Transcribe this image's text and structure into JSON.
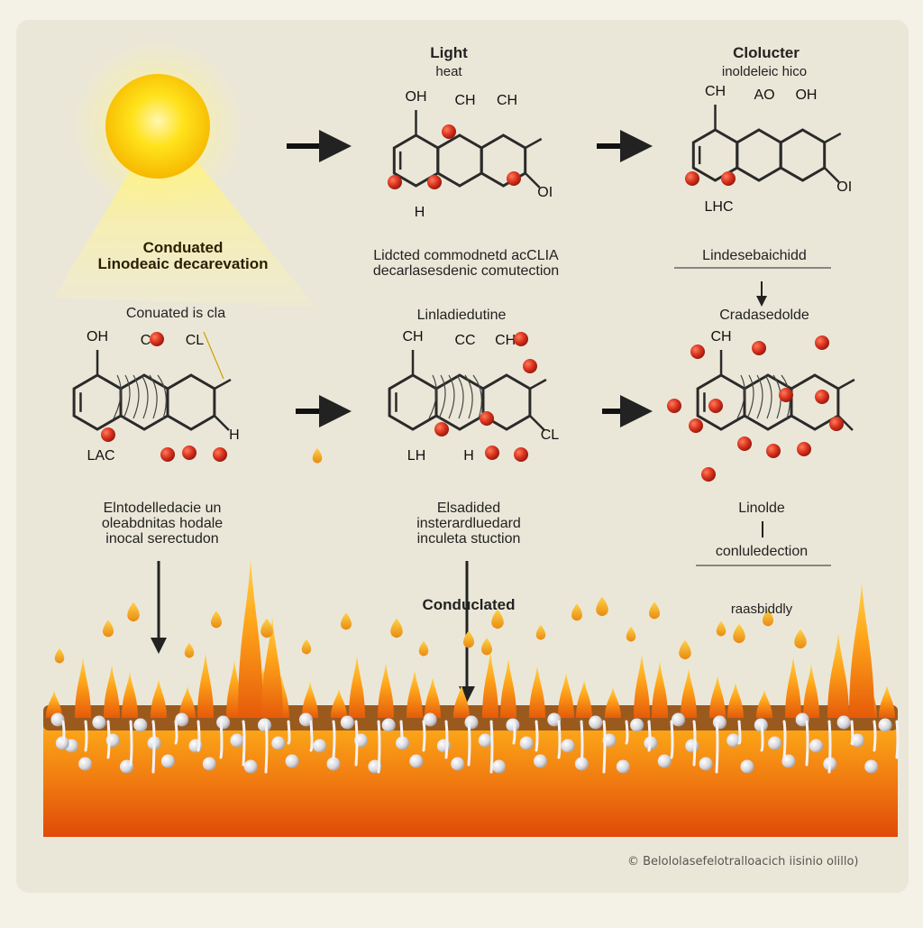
{
  "colors": {
    "paper": "#f4f1e6",
    "frame": "#e6e2d2",
    "sun": "#ffd400",
    "sun_core": "#ffe84d",
    "atom": "#d8321e",
    "bond": "#2a2a2a",
    "flame_dark": "#e8600c",
    "flame_light": "#ffb21a",
    "droplet": "#f4a51c",
    "fat_bead": "#e9e9ec",
    "layer": "#9a5a1e"
  },
  "icons": [
    "sun-icon",
    "right-arrow-icon",
    "down-arrow-icon",
    "flame-icon",
    "droplet-icon",
    "molecule-icon"
  ],
  "top_row": {
    "sun_title": "Conduated\nLinodeaic decarevation",
    "mol1": {
      "heading_1": "Light",
      "heading_2": "heat",
      "atom_labels": [
        "OH",
        "CH",
        "CH",
        "H",
        "OI"
      ]
    },
    "mol1_caption": "Lidcted commodnetd acCLIA\ndecarlasesdenic comutection",
    "mol2": {
      "heading_1": "Clolucter",
      "heading_2": "inoldeleic hico",
      "atom_labels": [
        "CH",
        "AO",
        "OH",
        "LHC",
        "OI"
      ]
    },
    "mol2_caption": "Lindesebaichidd"
  },
  "middle_row": {
    "mol3_heading": "Conuated is cla",
    "mol3_atoms": [
      "OH",
      "CL",
      "CL",
      "LAC",
      "H"
    ],
    "mol4_heading": "Linladiedutine",
    "mol4_atoms": [
      "CH",
      "CC",
      "CHA",
      "LH",
      "CL",
      "H"
    ],
    "mol5_heading": "Cradasedolde",
    "mol5_atoms": [
      "CH"
    ]
  },
  "bottom_captions": {
    "left": "Elntodelledacie un\noleabdnitas hodale\ninocal serectudon",
    "center": "Elsadided\ninsterardluedard\ninculeta stuction",
    "center_bold": "Conduclated",
    "right_1": "Linolde",
    "right_2": "conluledection",
    "right_3": "raasbiddly"
  },
  "footer": "© Belololasefelotralloacich  iisinio olillo)"
}
